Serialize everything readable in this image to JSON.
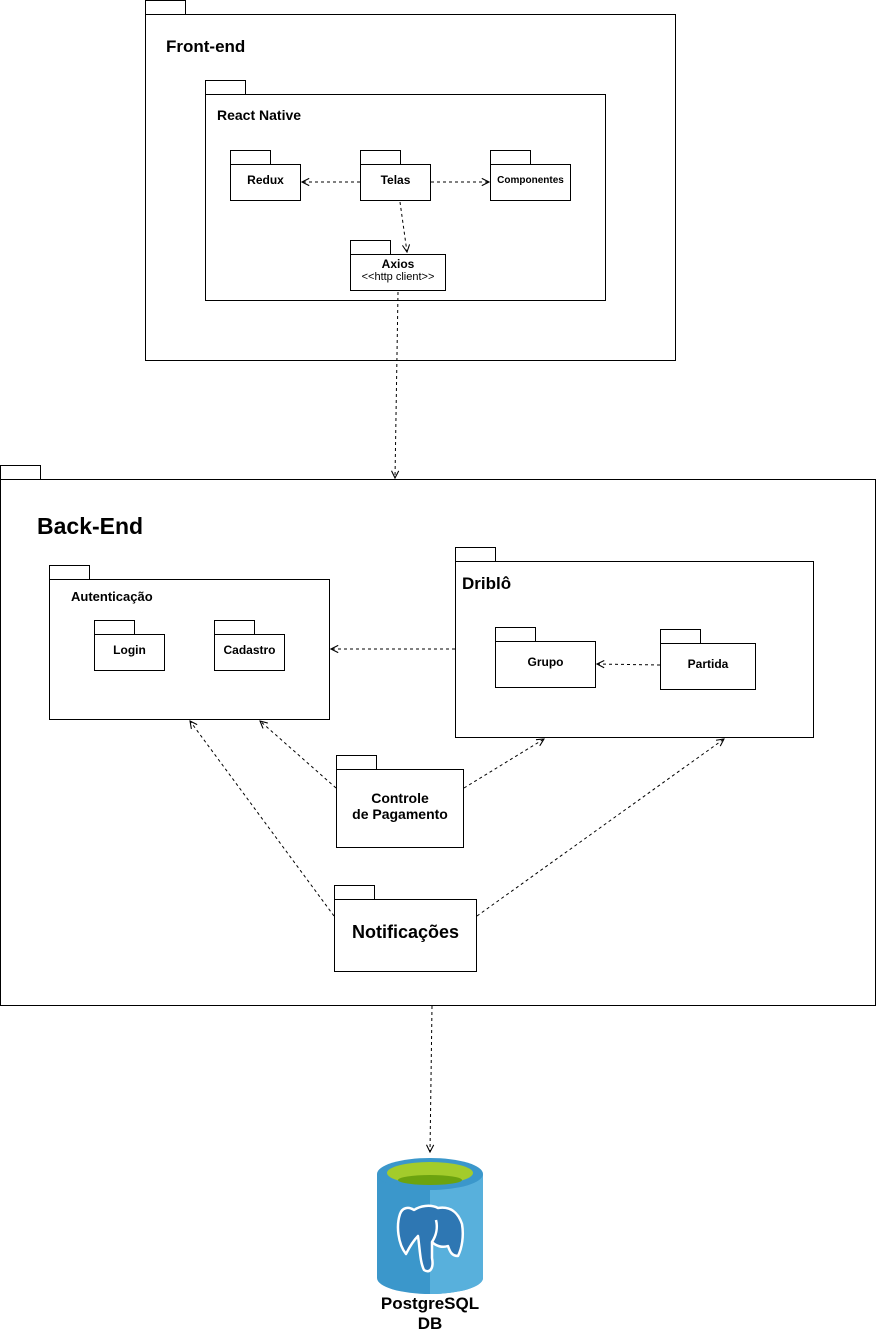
{
  "frontend": {
    "title": "Front-end",
    "react_native": {
      "title": "React Native",
      "redux": "Redux",
      "telas": "Telas",
      "componentes": "Componentes",
      "axios_name": "Axios",
      "axios_stereotype": "<<http client>>"
    }
  },
  "backend": {
    "title": "Back-End",
    "autenticacao": {
      "title": "Autenticação",
      "login": "Login",
      "cadastro": "Cadastro"
    },
    "driblo": {
      "title": "Driblô",
      "grupo": "Grupo",
      "partida": "Partida"
    },
    "pagamento_line1": "Controle",
    "pagamento_line2": "de Pagamento",
    "notificacoes": "Notificações"
  },
  "database": {
    "line1": "PostgreSQL",
    "line2": "DB"
  }
}
